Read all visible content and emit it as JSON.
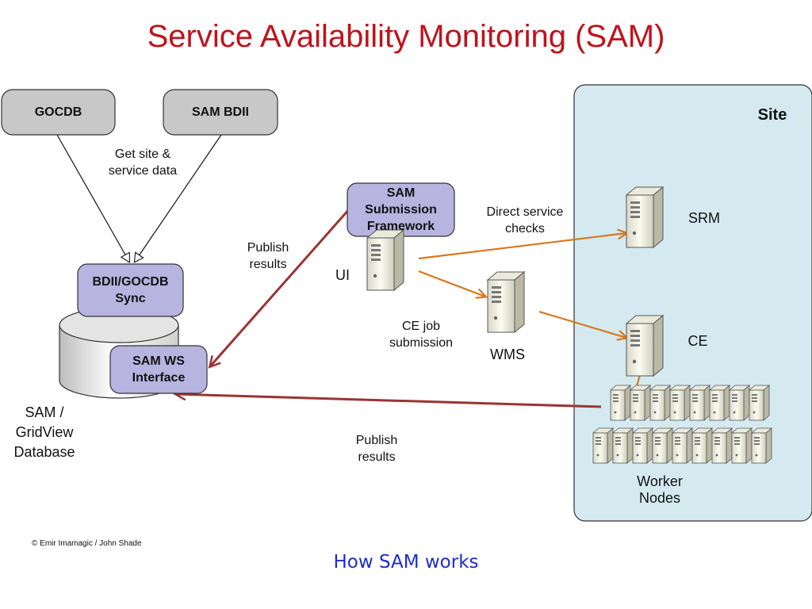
{
  "title": "Service Availability Monitoring (SAM)",
  "nodes": {
    "gocdb": "GOCDB",
    "sam_bdii": "SAM BDII",
    "bdii_sync": "BDII/GOCDB Sync",
    "sam_ws": "SAM WS Interface",
    "submission": "SAM Submission Framework",
    "ui": "UI",
    "wms": "WMS",
    "srm": "SRM",
    "ce": "CE",
    "worker_nodes": "Worker Nodes",
    "site": "Site",
    "database": "SAM / GridView Database"
  },
  "edges": {
    "get_site_data": "Get site & service data",
    "publish_results_top": "Publish results",
    "direct_checks": "Direct service checks",
    "ce_job": "CE job submission",
    "publish_results_bottom": "Publish results"
  },
  "colors": {
    "title": "#c0121b",
    "red_arrow": "#9b3434",
    "orange_arrow": "#d9761b",
    "site_bg": "#d4eaf0",
    "purple_box": "#b7b4e0",
    "gray_box": "#c8c8c8",
    "caption": "#1c2ccf"
  },
  "copyright": "© Emir Imamagic / John Shade",
  "caption": "How SAM works"
}
